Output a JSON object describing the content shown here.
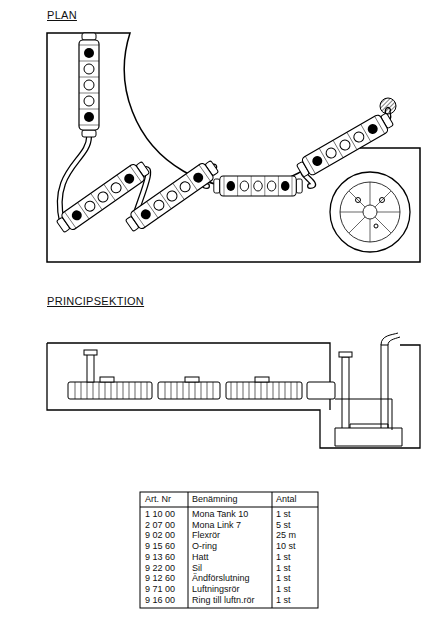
{
  "diagram": {
    "labels": [
      "PLAN",
      "PRINCIPSEKTION",
      "Art. Nr",
      "Benämning",
      "Antal",
      "1 10 00",
      "Mona Tank 10",
      "1 st",
      "2 07 00",
      "Mona Link 7",
      "5 st",
      "9 02 00",
      "Flexrör",
      "25 m",
      "9 15 60",
      "O-ring",
      "10 st",
      "9 13 60",
      "Hatt",
      "1 st",
      "9 22 00",
      "Sil",
      "1 st",
      "9 12 60",
      "Ändförslutning",
      "1 st",
      "9 71 00",
      "Luftningsrör",
      "1 st",
      "9 16 00",
      "Ring till luftn.rör",
      "1 st"
    ]
  }
}
